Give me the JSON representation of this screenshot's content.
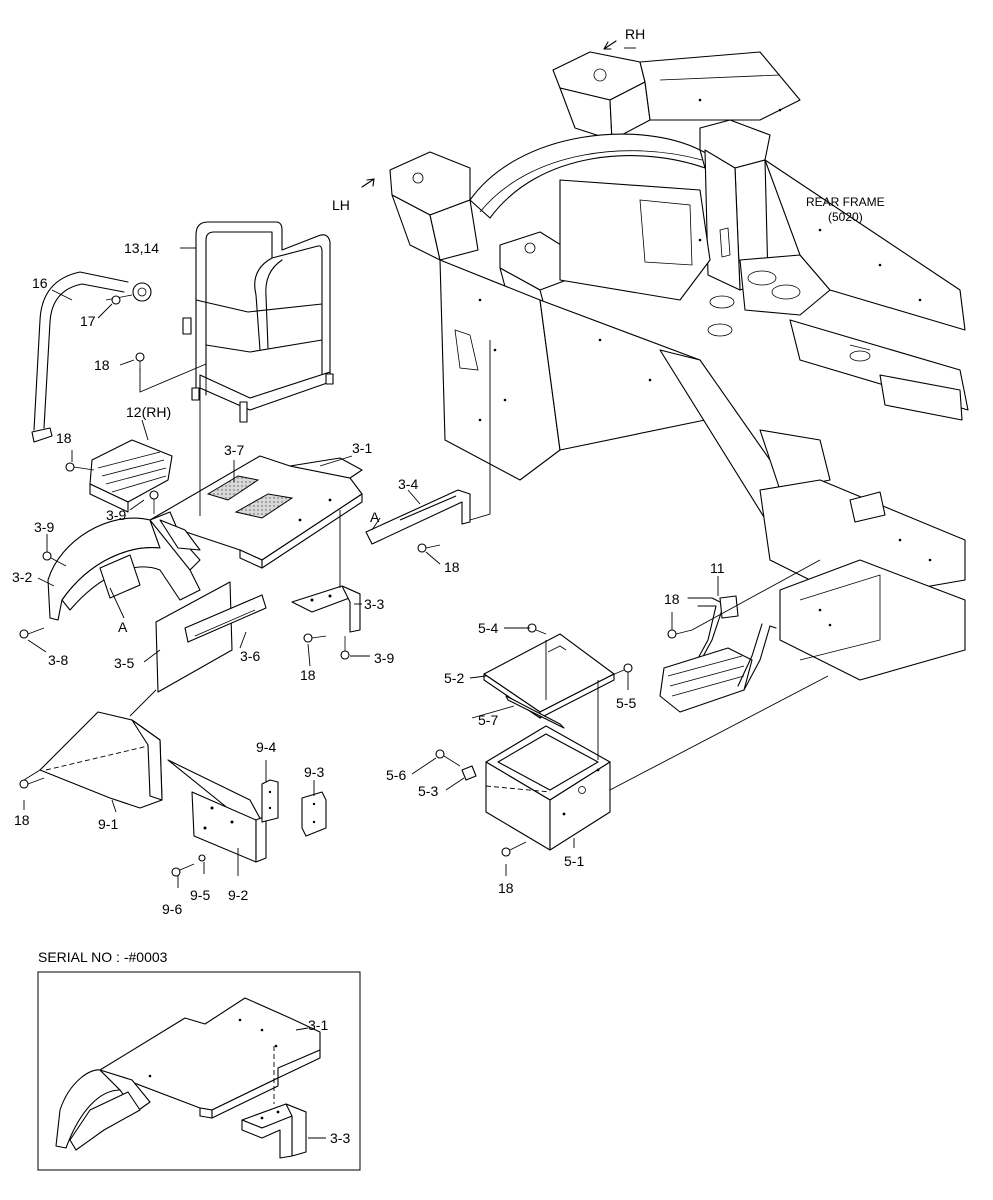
{
  "labels": {
    "rh": "RH",
    "lh": "LH",
    "rear_frame": "REAR FRAME",
    "rear_frame_code": "(5020)",
    "p13_14": "13,14",
    "p16": "16",
    "p17": "17",
    "p18_a": "18",
    "p12": "12(RH)",
    "p18_b": "18",
    "p3_7": "3-7",
    "p3_1": "3-1",
    "p3_9_a": "3-9",
    "p3_9_b": "3-9",
    "p3_2": "3-2",
    "a_left": "A",
    "p3_8": "3-8",
    "p3_5": "3-5",
    "p3_6": "3-6",
    "p3_4": "3-4",
    "a_right": "A",
    "p18_c": "18",
    "p3_3": "3-3",
    "p18_d": "18",
    "p3_9_c": "3-9",
    "p11": "11",
    "p18_e": "18",
    "p5_4": "5-4",
    "p5_2": "5-2",
    "p5_5": "5-5",
    "p5_7": "5-7",
    "p5_6": "5-6",
    "p5_3": "5-3",
    "p18_f": "18",
    "p5_1": "5-1",
    "p9_4": "9-4",
    "p9_3": "9-3",
    "p18_g": "18",
    "p9_1": "9-1",
    "p9_6": "9-6",
    "p9_5": "9-5",
    "p9_2": "9-2",
    "serial": "SERIAL NO : -#0003",
    "inset_3_1": "3-1",
    "inset_3_3": "3-3"
  }
}
